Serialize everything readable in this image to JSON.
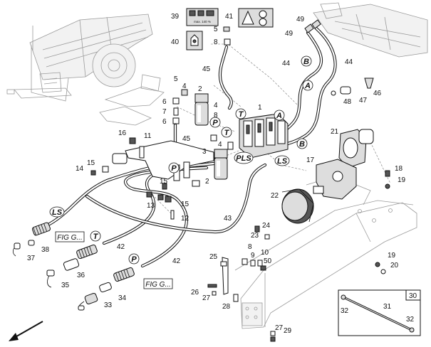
{
  "callouts": {
    "c1": "1",
    "c2a": "2",
    "c2b": "2",
    "c3": "3",
    "c4a": "4",
    "c4b": "4",
    "c4c": "4",
    "c5a": "5",
    "c5b": "5",
    "c6a": "6",
    "c6b": "6",
    "c7": "7",
    "c8a": "8",
    "c8b": "8",
    "c9": "9",
    "c10": "10",
    "c11": "11",
    "c12": "12",
    "c13": "13",
    "c14": "14",
    "c15a": "15",
    "c15b": "15",
    "c15c": "15",
    "c16": "16",
    "c17": "17",
    "c18": "18",
    "c19a": "19",
    "c19b": "19",
    "c20": "20",
    "c21": "21",
    "c22": "22",
    "c23": "23",
    "c24": "24",
    "c25": "25",
    "c26": "26",
    "c27a": "27",
    "c27b": "27",
    "c28": "28",
    "c29": "29",
    "c30": "30",
    "c31": "31",
    "c32a": "32",
    "c32b": "32",
    "c33": "33",
    "c34": "34",
    "c35": "35",
    "c36": "36",
    "c37": "37",
    "c38": "38",
    "c39": "39",
    "c40": "40",
    "c41": "41",
    "c42a": "42",
    "c42b": "42",
    "c43": "43",
    "c44a": "44",
    "c44b": "44",
    "c45a": "45",
    "c45b": "45",
    "c46": "46",
    "c47": "47",
    "c48": "48",
    "c49a": "49",
    "c49b": "49",
    "c50": "50"
  },
  "port_labels": {
    "b_top": "B",
    "a_top": "A",
    "t_top": "T",
    "a_mid": "A",
    "p_mid": "P",
    "t_mid": "T",
    "b_mid": "B",
    "pls": "PLS",
    "ls_mid": "LS",
    "p_low": "P",
    "ls_left": "LS",
    "t_left": "T",
    "p_left": "P"
  },
  "ref_boxes": {
    "fig_top": "FIG G...",
    "fig_bottom": "FIG G..."
  },
  "decal_39": "max. 140 %"
}
